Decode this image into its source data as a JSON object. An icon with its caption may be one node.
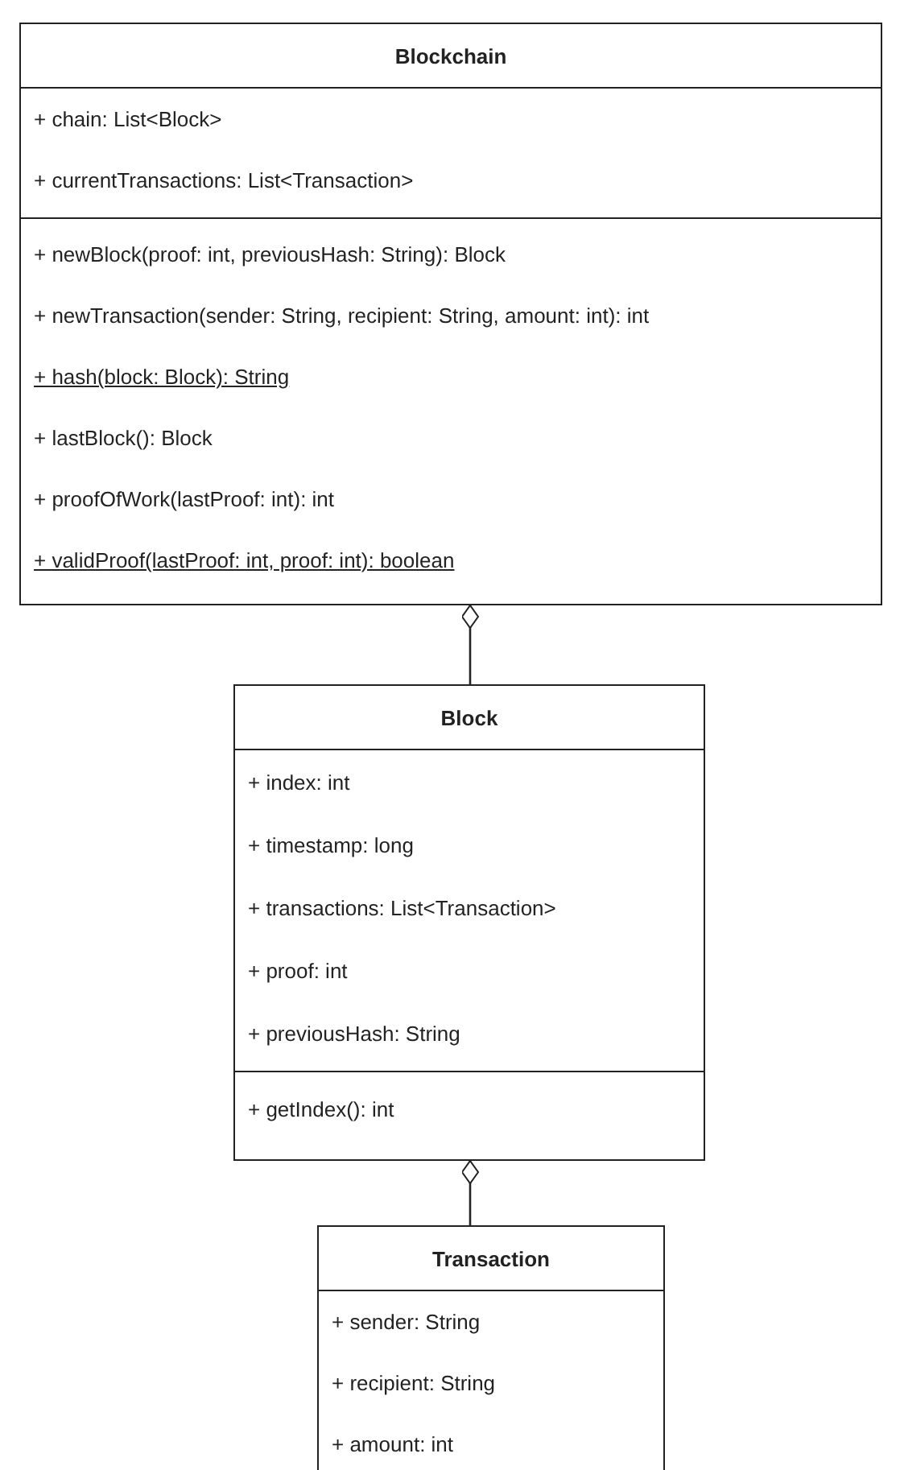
{
  "diagram": {
    "nodes": [
      {
        "text": [
          "Blockchain",
          "+ chain: List<Block>",
          "+ currentTransactions: List<Transaction>",
          "+ newBlock(proof: int, previousHash: String): Block",
          "+ newTransaction(sender: String, recipient: String, amount: int): int",
          "+ hash(block: Block): String",
          "+ lastBlock(): Block",
          "+ proofOfWork(lastProof: int): int",
          "+ validProof(lastProof: int, proof: int): boolean"
        ]
      },
      {
        "text": [
          "Block",
          "+ index: int",
          "+ timestamp: long",
          "+ transactions: List<Transaction>",
          "+ proof: int",
          "+ previousHash: String",
          "+ getIndex(): int"
        ]
      },
      {
        "text": [
          "Transaction",
          "+ sender: String",
          "+ recipient: String",
          "+ amount: int"
        ]
      }
    ],
    "edges": [
      {
        "from": 0,
        "to": 1,
        "arrow": "other"
      },
      {
        "from": 1,
        "to": 2,
        "arrow": "other"
      }
    ]
  }
}
